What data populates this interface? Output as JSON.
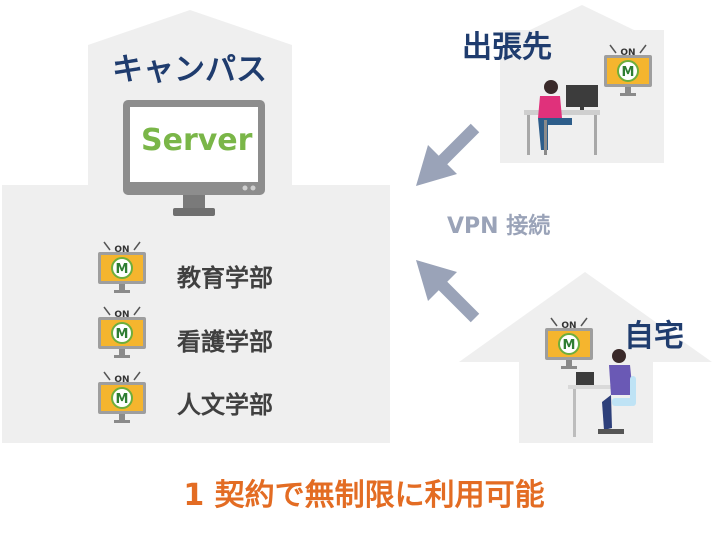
{
  "campus": {
    "title": "キャンパス",
    "server_label": "Server"
  },
  "departments": [
    {
      "label": "教育学部",
      "badge": "ON"
    },
    {
      "label": "看護学部",
      "badge": "ON"
    },
    {
      "label": "人文学部",
      "badge": "ON"
    }
  ],
  "business_trip": {
    "title": "出張先",
    "badge": "ON"
  },
  "home": {
    "title": "自宅",
    "badge": "ON"
  },
  "connection": {
    "label": "VPN 接続"
  },
  "caption": "1 契約で無制限に利用可能",
  "colors": {
    "navy": "#1f3c6e",
    "server_green": "#7ab648",
    "orange": "#e36c23",
    "house_gray": "#efefef",
    "arrow_gray": "#9aa3b8",
    "monitor_yellow": "#f5b52e"
  }
}
